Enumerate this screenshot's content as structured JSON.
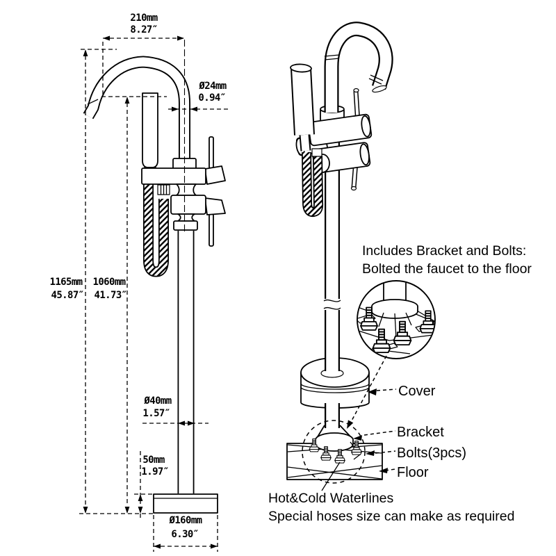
{
  "colors": {
    "ink": "#000000",
    "background": "#ffffff"
  },
  "dims": {
    "width": {
      "mm": "210mm",
      "in": "8.27″"
    },
    "spout_diameter": {
      "mm": "Ø24mm",
      "in": "0.94″"
    },
    "total_height": {
      "mm": "1165mm",
      "in": "45.87″"
    },
    "spout_height": {
      "mm": "1060mm",
      "in": "41.73″"
    },
    "column_diameter": {
      "mm": "Ø40mm",
      "in": "1.57″"
    },
    "base_height": {
      "mm": "50mm",
      "in": "1.97″"
    },
    "base_diameter": {
      "mm": "Ø160mm",
      "in": "6.30″"
    }
  },
  "annotations": {
    "note_line1": "Includes Bracket and Bolts:",
    "note_line2": "Bolted the faucet to the floor",
    "cover": "Cover",
    "bracket": "Bracket",
    "bolts": "Bolts(3pcs)",
    "floor": "Floor",
    "waterlines_line1": "Hot&Cold Waterlines",
    "waterlines_line2": "Special hoses size can make as required"
  }
}
